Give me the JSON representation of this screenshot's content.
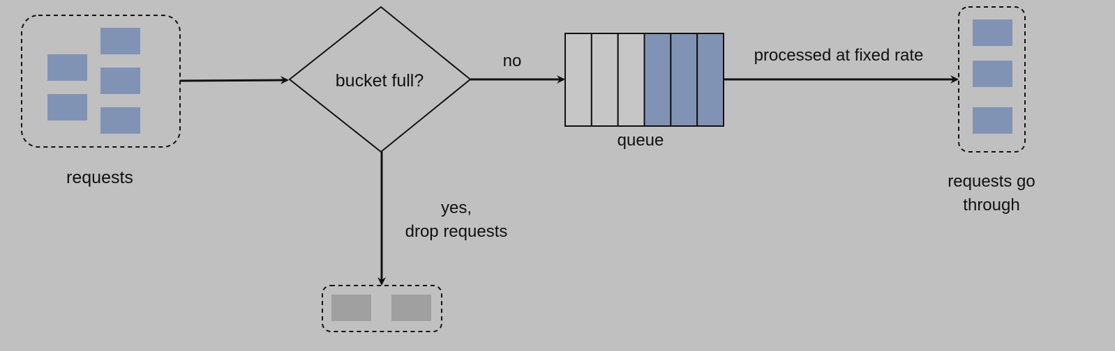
{
  "nodes": {
    "requests": {
      "label": "requests"
    },
    "decision": {
      "label": "bucket full?"
    },
    "queue": {
      "label": "queue",
      "slot_count": 6,
      "filled_count": 3
    },
    "passed": {
      "label_line1": "requests go",
      "label_line2": "through"
    }
  },
  "edges": {
    "no": {
      "label": "no"
    },
    "processed": {
      "label": "processed at fixed rate"
    },
    "drop": {
      "label_line1": "yes,",
      "label_line2": "drop requests"
    }
  },
  "colors": {
    "background": "#c0c0c0",
    "request_block": "#8193b4",
    "dropped_block": "#a0a0a0",
    "stroke": "#111111",
    "queue_empty": "#c6c6c6",
    "queue_filled": "#8193b4"
  }
}
